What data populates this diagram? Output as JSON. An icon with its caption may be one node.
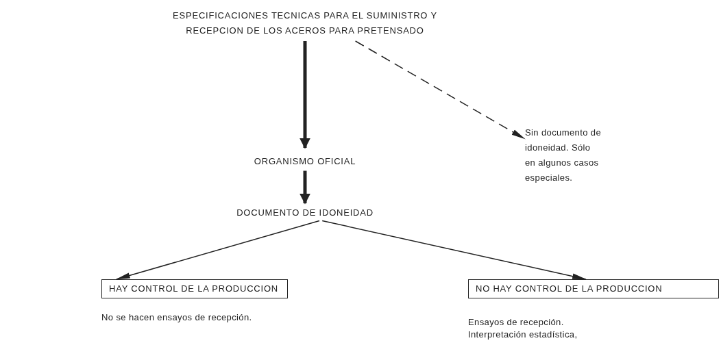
{
  "diagram": {
    "nodes": [
      {
        "text": [
          "ESPECIFICACIONES TECNICAS PARA EL SUMINISTRO Y RECEPCION DE LOS ACEROS PARA PRETENSADO"
        ]
      },
      {
        "text": [
          "ORGANISMO OFICIAL"
        ]
      },
      {
        "text": [
          "DOCUMENTO DE IDONEIDAD"
        ]
      },
      {
        "text": [
          "Sin documento de idoneidad. Sólo en algunos casos especiales."
        ]
      },
      {
        "text": [
          "HAY CONTROL DE LA PRODUCCION"
        ],
        "beside": [
          "No se hacen ensayos de recepción."
        ]
      },
      {
        "text": [
          "NO HAY CONTROL DE LA PRODUCCION"
        ],
        "beside": [
          "Ensayos de recepción. Interpretación estadística,"
        ]
      }
    ],
    "edges": [
      {
        "from": 0,
        "to": 1,
        "arrow": "to",
        "style": "thick"
      },
      {
        "from": 0,
        "to": 3,
        "arrow": "to",
        "style": "dashed"
      },
      {
        "from": 1,
        "to": 2,
        "arrow": "to",
        "style": "thick"
      },
      {
        "from": 2,
        "to": 4,
        "arrow": "to"
      },
      {
        "from": 2,
        "to": 5,
        "arrow": "to"
      }
    ]
  }
}
